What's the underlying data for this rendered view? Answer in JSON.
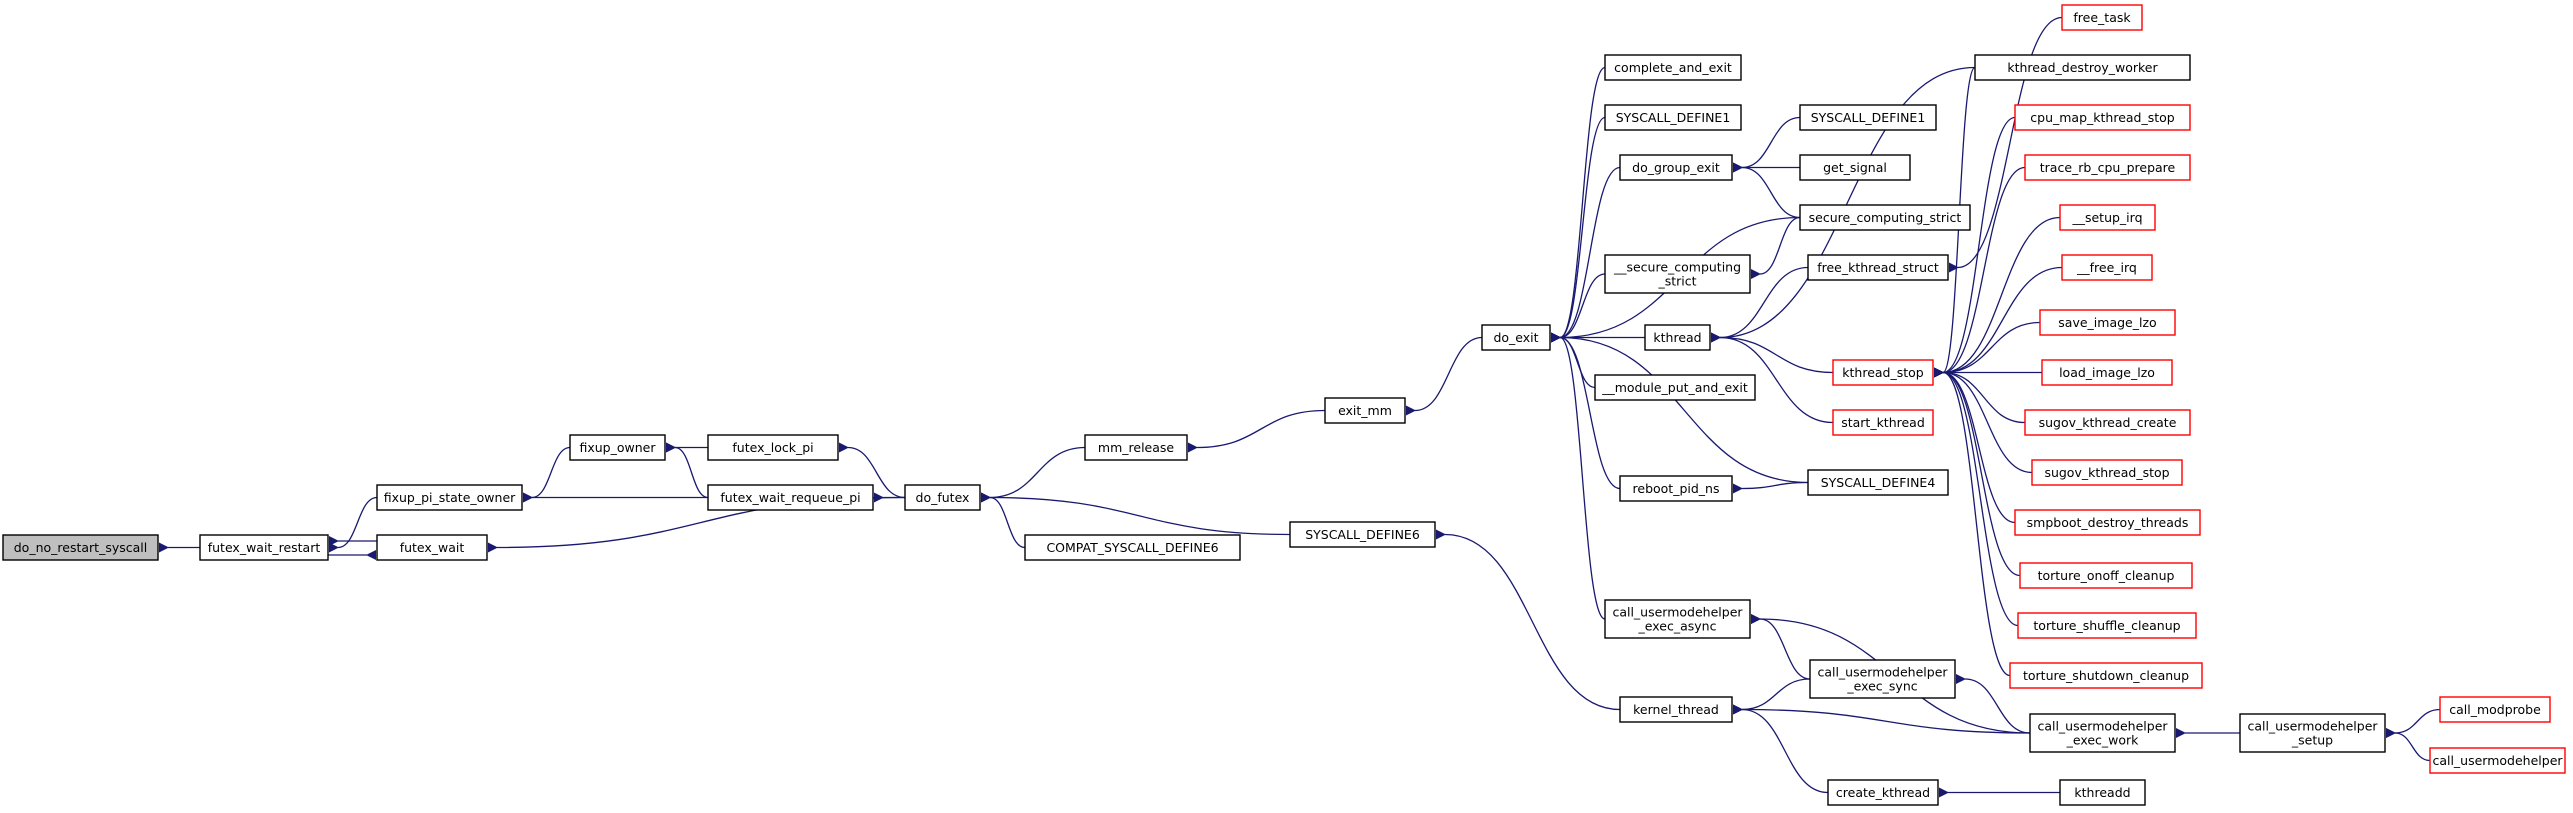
{
  "colors": {
    "edge": "#191970",
    "node_border": "#000000",
    "node_border_truncated": "#ff0000",
    "root_fill": "#bfbfbf",
    "node_fill": "#ffffff"
  },
  "nodes": [
    {
      "id": "root",
      "lines": [
        "do_no_restart_syscall"
      ],
      "style": "root"
    },
    {
      "id": "fwr",
      "lines": [
        "futex_wait_restart"
      ],
      "style": "normal"
    },
    {
      "id": "fpso",
      "lines": [
        "fixup_pi_state_owner"
      ],
      "style": "normal"
    },
    {
      "id": "fw",
      "lines": [
        "futex_wait"
      ],
      "style": "normal"
    },
    {
      "id": "fo",
      "lines": [
        "fixup_owner"
      ],
      "style": "normal"
    },
    {
      "id": "flp",
      "lines": [
        "futex_lock_pi"
      ],
      "style": "normal"
    },
    {
      "id": "fwrp",
      "lines": [
        "futex_wait_requeue_pi"
      ],
      "style": "normal"
    },
    {
      "id": "dofutex",
      "lines": [
        "do_futex"
      ],
      "style": "normal"
    },
    {
      "id": "mmrel",
      "lines": [
        "mm_release"
      ],
      "style": "normal"
    },
    {
      "id": "compat6",
      "lines": [
        "COMPAT_SYSCALL_DEFINE6"
      ],
      "style": "normal"
    },
    {
      "id": "exitmm",
      "lines": [
        "exit_mm"
      ],
      "style": "normal"
    },
    {
      "id": "sys6",
      "lines": [
        "SYSCALL_DEFINE6"
      ],
      "style": "normal"
    },
    {
      "id": "doexit",
      "lines": [
        "do_exit"
      ],
      "style": "normal"
    },
    {
      "id": "cae",
      "lines": [
        "complete_and_exit"
      ],
      "style": "normal"
    },
    {
      "id": "sys1a",
      "lines": [
        "SYSCALL_DEFINE1"
      ],
      "style": "normal"
    },
    {
      "id": "dge",
      "lines": [
        "do_group_exit"
      ],
      "style": "normal"
    },
    {
      "id": "sec2",
      "lines": [
        "__secure_computing",
        "_strict"
      ],
      "style": "normal"
    },
    {
      "id": "kthread",
      "lines": [
        "kthread"
      ],
      "style": "normal"
    },
    {
      "id": "mpae",
      "lines": [
        "__module_put_and_exit"
      ],
      "style": "normal"
    },
    {
      "id": "rpn",
      "lines": [
        "reboot_pid_ns"
      ],
      "style": "normal"
    },
    {
      "id": "cuea",
      "lines": [
        "call_usermodehelper",
        "_exec_async"
      ],
      "style": "normal"
    },
    {
      "id": "kthr2",
      "lines": [
        "kernel_thread"
      ],
      "style": "normal"
    },
    {
      "id": "sys1b",
      "lines": [
        "SYSCALL_DEFINE1"
      ],
      "style": "normal"
    },
    {
      "id": "getsig",
      "lines": [
        "get_signal"
      ],
      "style": "normal"
    },
    {
      "id": "scs",
      "lines": [
        "secure_computing_strict"
      ],
      "style": "normal"
    },
    {
      "id": "fks",
      "lines": [
        "free_kthread_struct"
      ],
      "style": "normal"
    },
    {
      "id": "kstop",
      "lines": [
        "kthread_stop"
      ],
      "style": "truncated"
    },
    {
      "id": "startk",
      "lines": [
        "start_kthread"
      ],
      "style": "truncated"
    },
    {
      "id": "sys4",
      "lines": [
        "SYSCALL_DEFINE4"
      ],
      "style": "normal"
    },
    {
      "id": "cues",
      "lines": [
        "call_usermodehelper",
        "_exec_sync"
      ],
      "style": "normal"
    },
    {
      "id": "cuew",
      "lines": [
        "call_usermodehelper",
        "_exec_work"
      ],
      "style": "normal"
    },
    {
      "id": "createk",
      "lines": [
        "create_kthread"
      ],
      "style": "normal"
    },
    {
      "id": "kthreadd",
      "lines": [
        "kthreadd"
      ],
      "style": "normal"
    },
    {
      "id": "cus",
      "lines": [
        "call_usermodehelper",
        "_setup"
      ],
      "style": "normal"
    },
    {
      "id": "callmod",
      "lines": [
        "call_modprobe"
      ],
      "style": "truncated"
    },
    {
      "id": "callum",
      "lines": [
        "call_usermodehelper"
      ],
      "style": "truncated"
    },
    {
      "id": "freetask",
      "lines": [
        "free_task"
      ],
      "style": "truncated"
    },
    {
      "id": "kdw",
      "lines": [
        "kthread_destroy_worker"
      ],
      "style": "normal"
    },
    {
      "id": "cmks",
      "lines": [
        "cpu_map_kthread_stop"
      ],
      "style": "truncated"
    },
    {
      "id": "trcp",
      "lines": [
        "trace_rb_cpu_prepare"
      ],
      "style": "truncated"
    },
    {
      "id": "setupirq",
      "lines": [
        "__setup_irq"
      ],
      "style": "truncated"
    },
    {
      "id": "freeirq",
      "lines": [
        "__free_irq"
      ],
      "style": "truncated"
    },
    {
      "id": "sil",
      "lines": [
        "save_image_lzo"
      ],
      "style": "truncated"
    },
    {
      "id": "lil",
      "lines": [
        "load_image_lzo"
      ],
      "style": "truncated"
    },
    {
      "id": "skc",
      "lines": [
        "sugov_kthread_create"
      ],
      "style": "truncated"
    },
    {
      "id": "sks",
      "lines": [
        "sugov_kthread_stop"
      ],
      "style": "truncated"
    },
    {
      "id": "sdt",
      "lines": [
        "smpboot_destroy_threads"
      ],
      "style": "truncated"
    },
    {
      "id": "toc",
      "lines": [
        "torture_onoff_cleanup"
      ],
      "style": "truncated"
    },
    {
      "id": "tsc",
      "lines": [
        "torture_shuffle_cleanup"
      ],
      "style": "truncated"
    },
    {
      "id": "tshc",
      "lines": [
        "torture_shutdown_cleanup"
      ],
      "style": "truncated"
    }
  ]
}
